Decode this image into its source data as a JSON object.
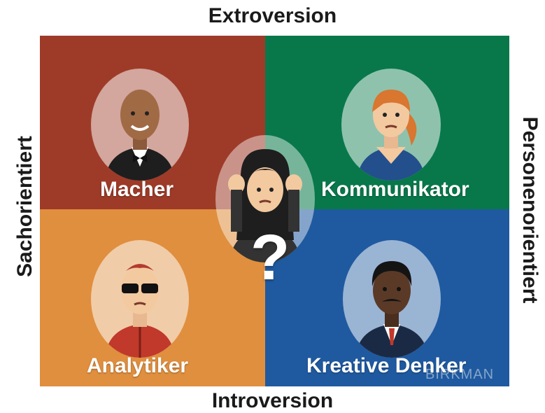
{
  "axes": {
    "top": "Extroversion",
    "bottom": "Introversion",
    "left": "Sachorientiert",
    "right": "Personenorientiert"
  },
  "quadrants": {
    "top_left": {
      "label": "Macher",
      "color": "#9e3b28"
    },
    "top_right": {
      "label": "Kommunikator",
      "color": "#08784a"
    },
    "bottom_left": {
      "label": "Analytiker",
      "color": "#e08f3e"
    },
    "bottom_right": {
      "label": "Kreative Denker",
      "color": "#1f5aa0"
    }
  },
  "center": {
    "symbol": "?"
  },
  "watermark": {
    "text": "BIRKMAN"
  },
  "icons": {
    "macher": "bald-man-bowtie-avatar-icon",
    "kommunikator": "woman-ponytail-avatar-icon",
    "analytiker": "man-sunglasses-avatar-icon",
    "kreative_denker": "man-mustache-avatar-icon",
    "center": "confused-woman-avatar-icon"
  }
}
